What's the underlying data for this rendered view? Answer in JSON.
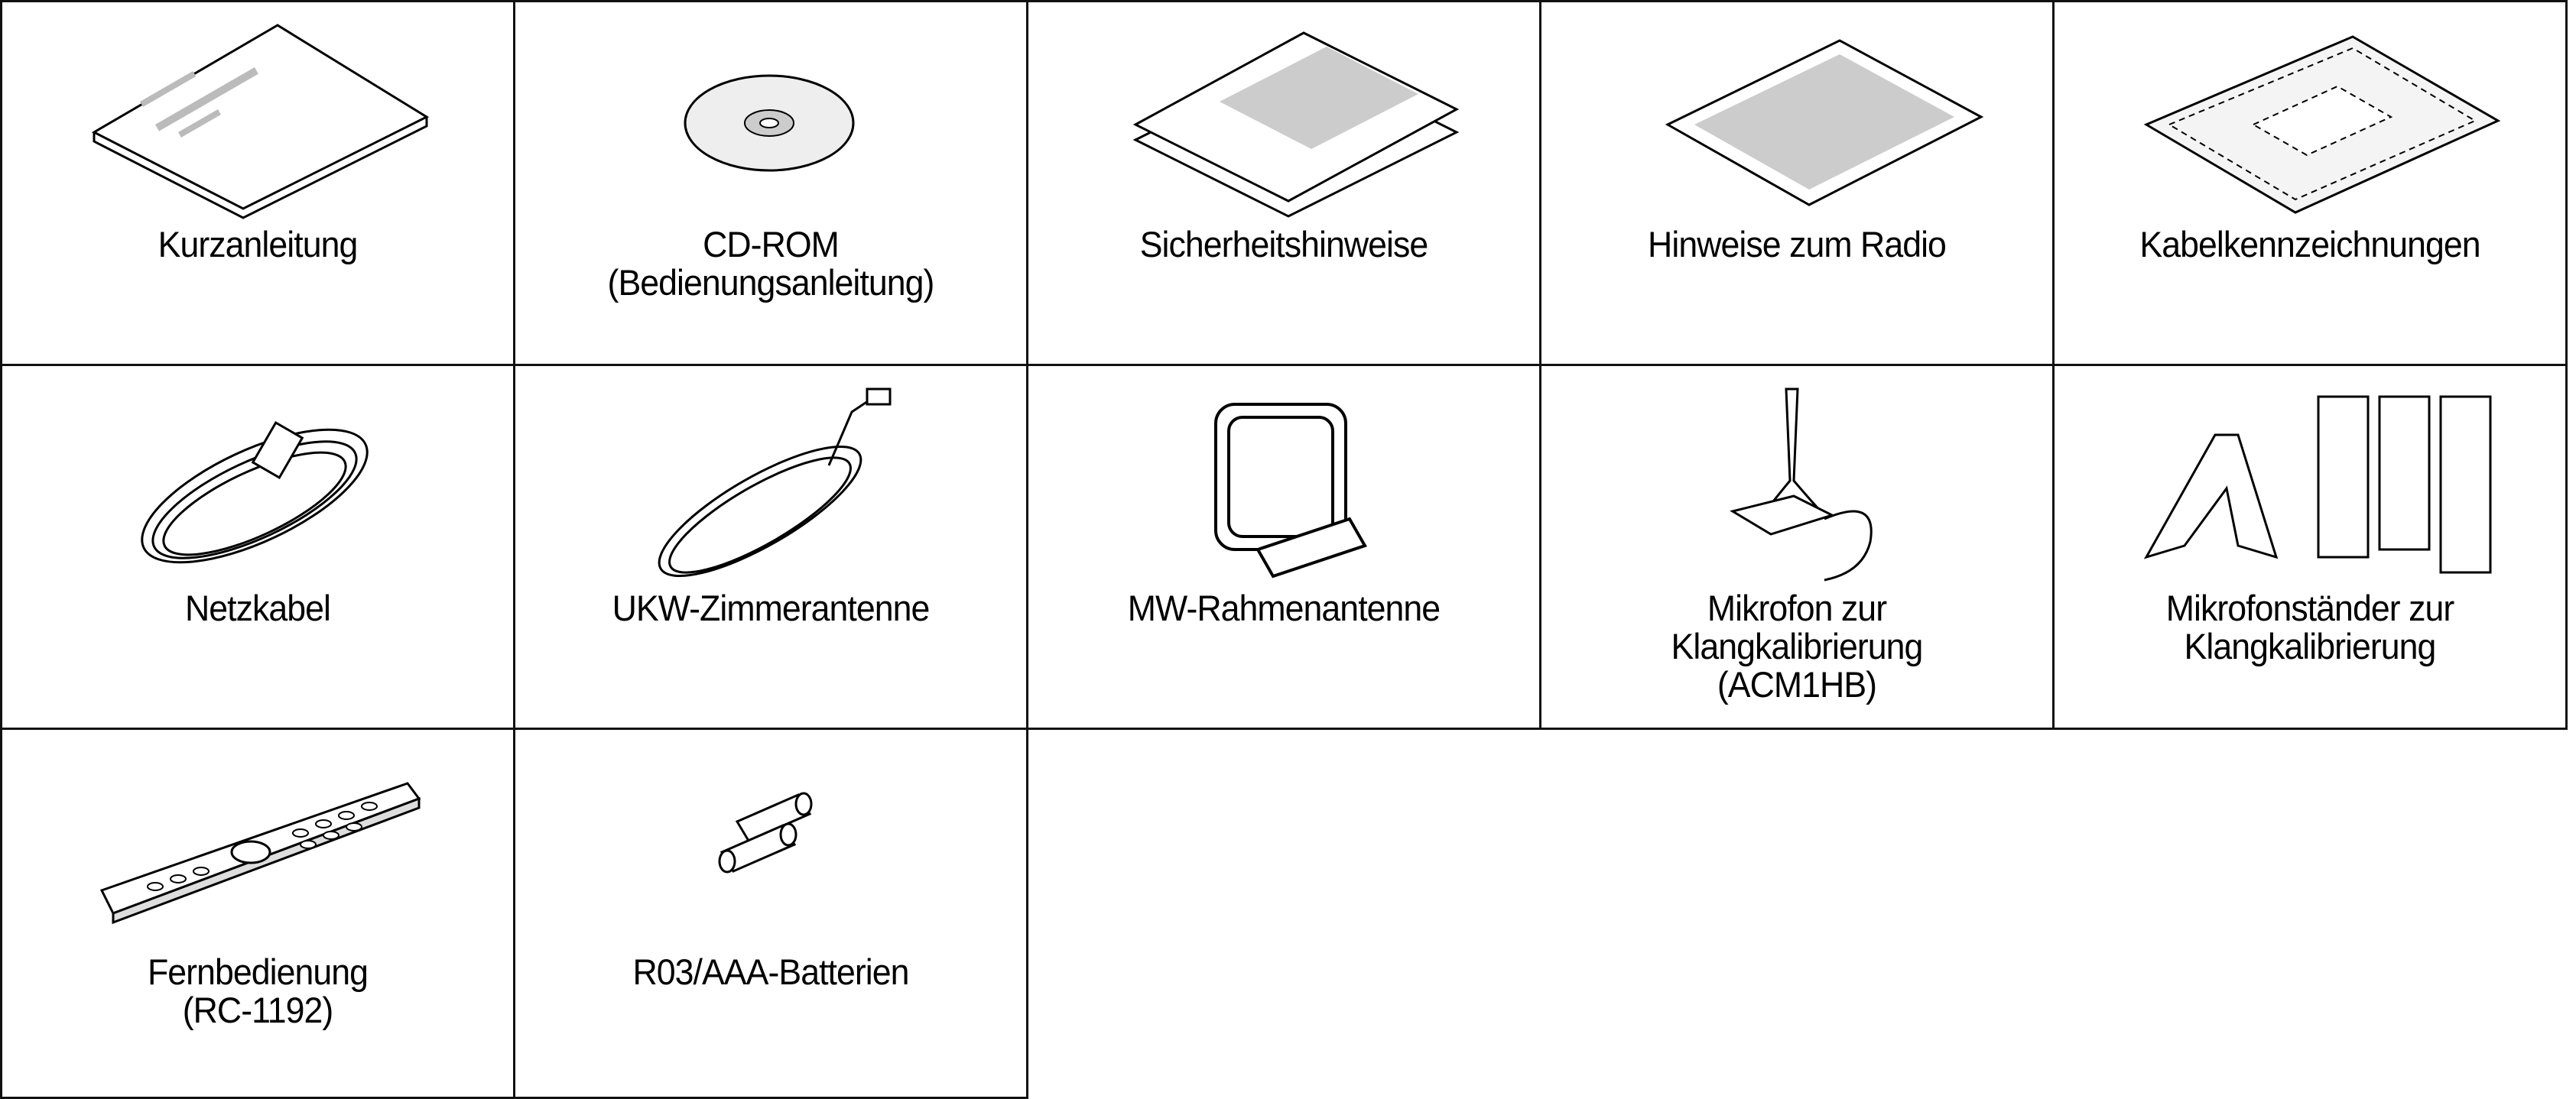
{
  "items": [
    {
      "line1": "Kurzanleitung",
      "icon": "booklet-icon"
    },
    {
      "line1": "CD-ROM",
      "line2": "(Bedienungsanleitung)",
      "icon": "cd-rom-icon"
    },
    {
      "line1": "Sicherheitshinweise",
      "icon": "safety-sheet-icon"
    },
    {
      "line1": "Hinweise zum Radio",
      "icon": "radio-notes-icon"
    },
    {
      "line1": "Kabelkennzeichnungen",
      "icon": "cable-labels-icon"
    },
    {
      "line1": "Netzkabel",
      "icon": "power-cord-icon"
    },
    {
      "line1": "UKW-Zimmerantenne",
      "icon": "fm-antenna-icon"
    },
    {
      "line1": "MW-Rahmenantenne",
      "icon": "am-loop-antenna-icon"
    },
    {
      "line1": "Mikrofon zur",
      "line2": "Klangkalibrierung",
      "line3": "(ACM1HB)",
      "icon": "microphone-icon"
    },
    {
      "line1": "Mikrofonständer zur",
      "line2": "Klangkalibrierung",
      "icon": "microphone-stand-icon"
    },
    {
      "line1": "Fernbedienung",
      "line2": "(RC-1192)",
      "icon": "remote-control-icon"
    },
    {
      "line1": "R03/AAA-Batterien",
      "icon": "batteries-icon"
    }
  ]
}
